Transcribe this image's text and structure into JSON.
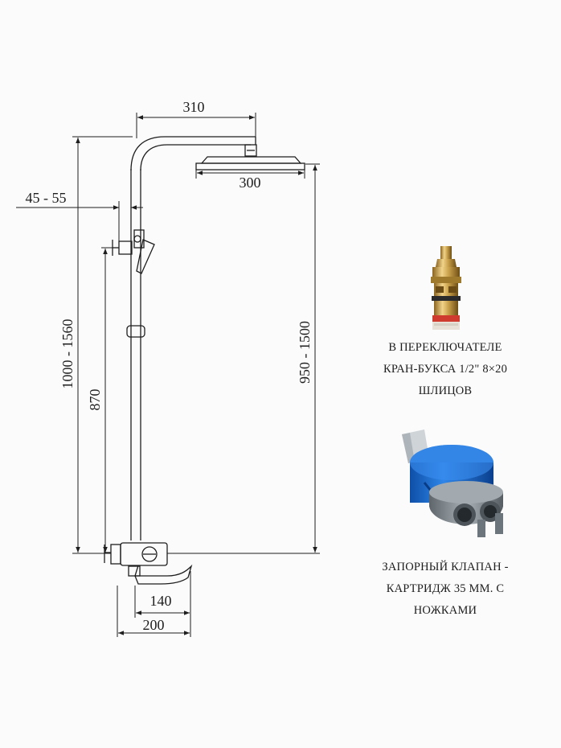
{
  "dimensions": {
    "arm_length": "310",
    "head_width": "300",
    "wall_offset": "45 - 55",
    "total_height": "1000 - 1560",
    "mixer_to_holder": "870",
    "mixer_to_head": "950 - 1500",
    "spout_length": "140",
    "mixer_depth": "200"
  },
  "parts": {
    "valve": {
      "icon": "valve-cartridge-icon",
      "caption_lines": [
        "В ПЕРЕКЛЮЧАТЕЛЕ",
        "КРАН-БУКСА 1/2\" 8×20",
        "ШЛИЦОВ"
      ]
    },
    "cartridge": {
      "icon": "ceramic-cartridge-icon",
      "caption_lines": [
        "ЗАПОРНЫЙ КЛАПАН -",
        "КАРТРИДЖ 35 ММ. С",
        "НОЖКАМИ"
      ]
    }
  },
  "colors": {
    "line": "#1e1e1e",
    "brass": "#c9a04a",
    "cartridge_blue": "#1f6fd1",
    "cartridge_grey": "#8e969c"
  }
}
